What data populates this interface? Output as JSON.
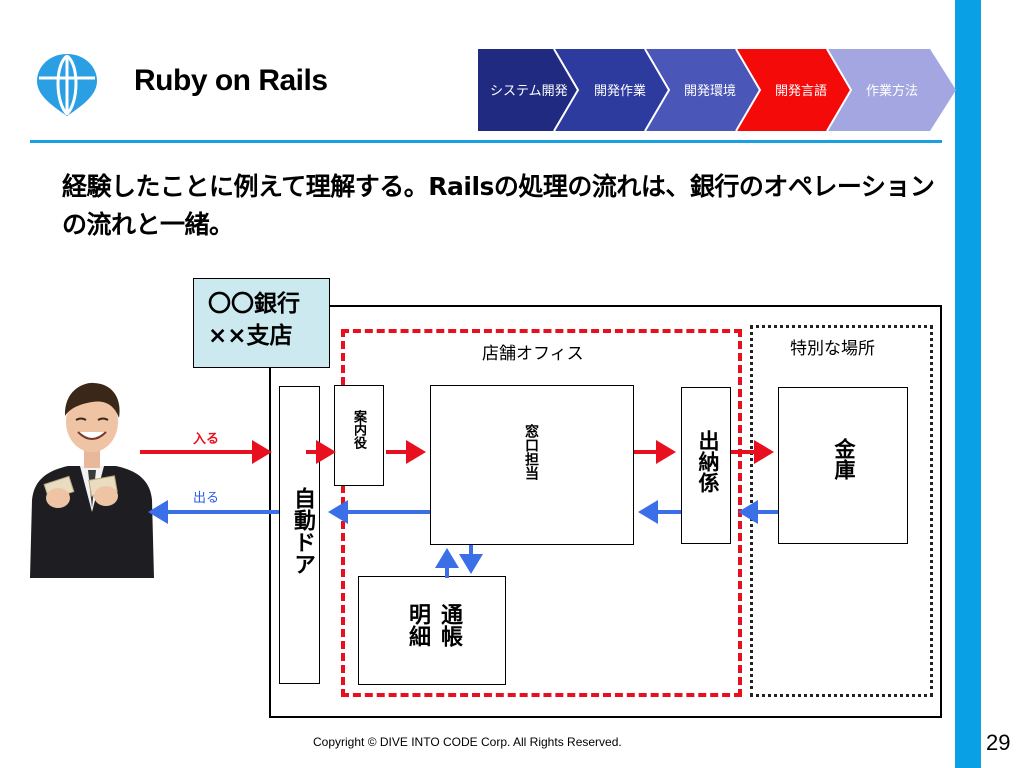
{
  "header": {
    "title": "Ruby on Rails",
    "steps": [
      {
        "label": "システム開発",
        "color": "#1f2a80"
      },
      {
        "label": "開発作業",
        "color": "#2d3a9e"
      },
      {
        "label": "開発環境",
        "color": "#4a56b8"
      },
      {
        "label": "開発言語",
        "color": "#f50a0a"
      },
      {
        "label": "作業方法",
        "color": "#a3a6e0"
      }
    ]
  },
  "heading": "経験したことに例えて理解する。Railsの処理の流れは、銀行のオペレーションの流れと一緒。",
  "diagram": {
    "branch_name_line1": "〇〇銀行",
    "branch_name_line2": "××支店",
    "office_label": "店舗オフィス",
    "special_label": "特別な場所",
    "auto_door": "自動ドア",
    "guide": "案内役",
    "window": "窓口担当",
    "teller": "出納係",
    "vault": "金庫",
    "passbook_line1": "通帳",
    "passbook_line2": "明細",
    "enter_label": "入る",
    "exit_label": "出る",
    "colors": {
      "in_arrow": "#e8101e",
      "out_arrow": "#3a6fe8",
      "branch_fill": "#cce9ef"
    }
  },
  "footer": {
    "copyright": "Copyright © DIVE INTO CODE Corp. All Rights Reserved.",
    "page_number": "29"
  }
}
